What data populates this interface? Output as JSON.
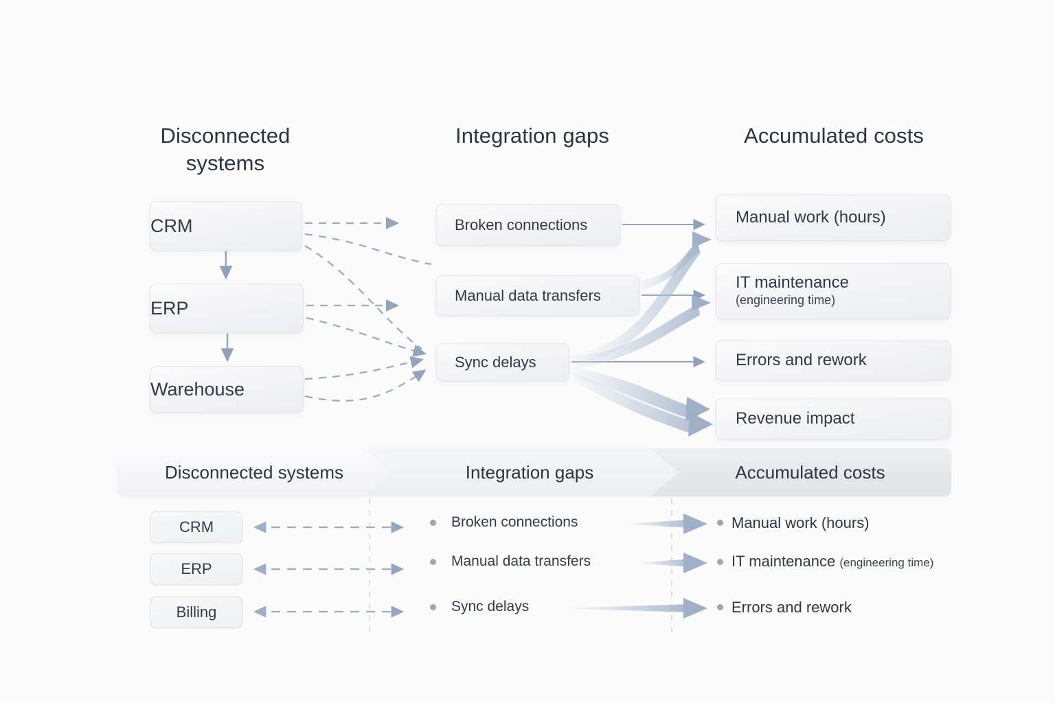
{
  "diagram": {
    "top": {
      "columns": [
        {
          "title": "Disconnected systems",
          "nodes": [
            "CRM",
            "ERP",
            "Warehouse"
          ]
        },
        {
          "title": "Integration gaps",
          "nodes": [
            "Broken connections",
            "Manual data transfers",
            "Sync delays"
          ]
        },
        {
          "title": "Accumulated costs",
          "nodes": [
            "Manual work (hours)",
            "IT maintenance",
            "Errors and rework",
            "Revenue impact"
          ]
        }
      ],
      "it_maintenance_sub": "(engineering time)"
    },
    "breadcrumb": {
      "steps": [
        "Disconnected systems",
        "Integration gaps",
        "Accumulated costs"
      ]
    },
    "bottom": {
      "systems": [
        "CRM",
        "ERP",
        "Billing"
      ],
      "gaps": [
        "Broken connections",
        "Manual data transfers",
        "Sync delays"
      ],
      "costs": [
        {
          "main": "Manual work (hours)",
          "small": ""
        },
        {
          "main": "IT maintenance ",
          "small": "(engineering time)"
        },
        {
          "main": "Errors and rework",
          "small": ""
        }
      ]
    },
    "colors": {
      "background": "#fbfbfc",
      "text": "#2c3443",
      "node_border": "#e3e6ea",
      "arrow": "#8d9cb4",
      "arrow_soft": "#c3cedd",
      "dashed": "#9aabc2",
      "bullet": "#9aa6ba",
      "crumb_active": "#e0e3e7"
    }
  }
}
